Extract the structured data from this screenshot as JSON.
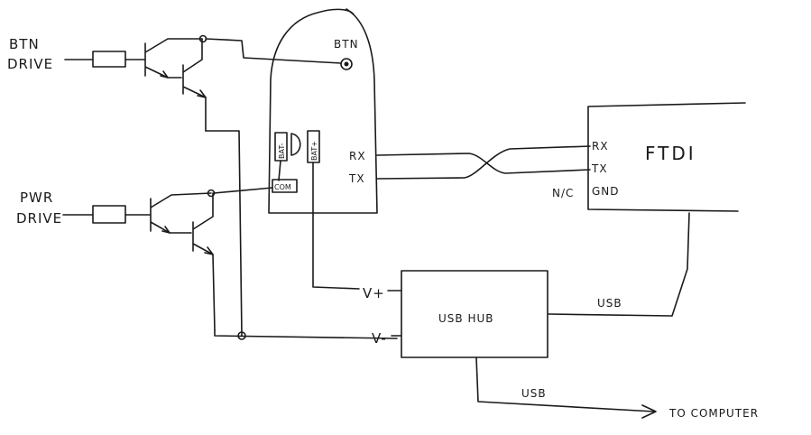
{
  "labels": {
    "btn_drive_1": "BTN",
    "btn_drive_2": "DRIVE",
    "pwr_drive_1": "PWR",
    "pwr_drive_2": "DRIVE",
    "btn": "BTN",
    "bat_minus": "BAT-",
    "bat_plus": "BAT+",
    "com": "COM",
    "rx_device": "RX",
    "tx_device": "TX",
    "ftdi": "FTDI",
    "ftdi_rx": "RX",
    "ftdi_tx": "TX",
    "ftdi_gnd": "GND",
    "nc": "N/C",
    "v_plus": "V+",
    "v_minus": "V-",
    "usb_hub": "USB HUB",
    "usb_top": "USB",
    "usb_bottom": "USB",
    "to_computer": "TO COMPUTER"
  }
}
